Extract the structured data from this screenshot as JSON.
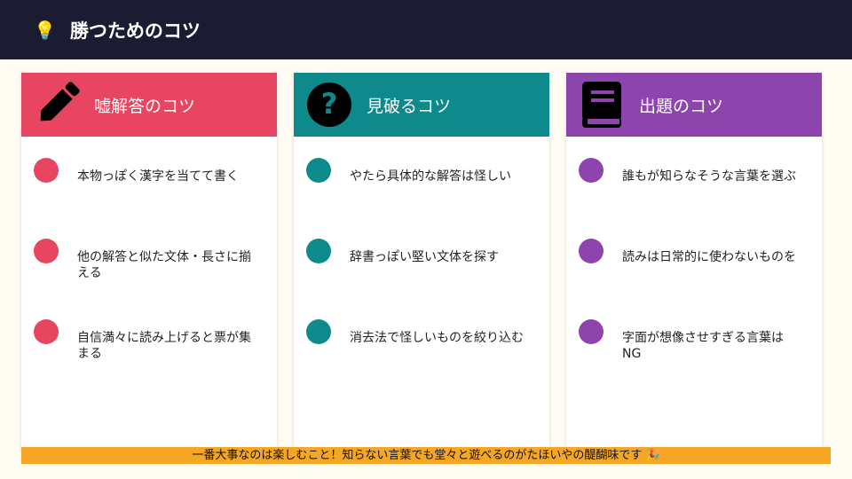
{
  "header": {
    "icon": "lightbulb-icon",
    "emoji": "💡",
    "title": "勝つためのコツ"
  },
  "cards": [
    {
      "title": "嘘解答のコツ",
      "icon": "pencil-icon",
      "color": "#e84560",
      "items": [
        "本物っぽく漢字を当てて書く",
        "他の解答と似た文体・長さに揃える",
        "自信満々に読み上げると票が集まる"
      ]
    },
    {
      "title": "見破るコツ",
      "icon": "question-circle-icon",
      "color": "#0f8a8c",
      "items": [
        "やたら具体的な解答は怪しい",
        "辞書っぽい堅い文体を探す",
        "消去法で怪しいものを絞り込む"
      ]
    },
    {
      "title": "出題のコツ",
      "icon": "book-icon",
      "color": "#8e44ad",
      "items": [
        "誰もが知らなそうな言葉を選ぶ",
        "読みは日常的に使わないものを",
        "字面が想像させすぎる言葉はNG"
      ]
    }
  ],
  "banner": {
    "text": "一番大事なのは楽しむこと！知らない言葉でも堂々と遊べるのがたほいやの醍醐味です 🎉"
  }
}
